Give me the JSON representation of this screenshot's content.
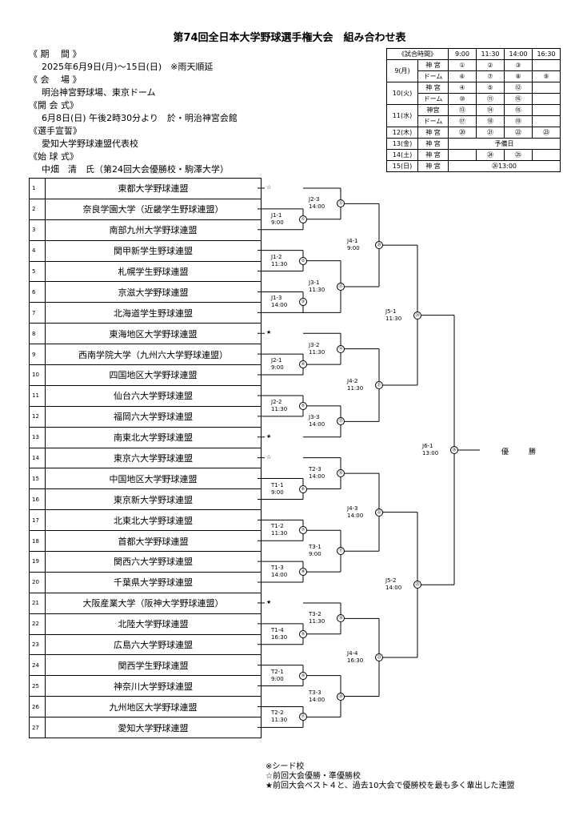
{
  "title": "第74回全日本大学野球選手権大会　組み合わせ表",
  "info": [
    {
      "h": "《 期　 間 》",
      "v": "2025年6月9日(月)～15日(日)　※雨天順延"
    },
    {
      "h": "《 会 　場 》",
      "v": "明治神宮野球場、東京ドーム"
    },
    {
      "h": "《開 会 式》",
      "v": "6月8日(日) 午後2時30分より　於・明治神宮会館"
    },
    {
      "h": "《選手宣誓》",
      "v": "愛知大学野球連盟代表校"
    },
    {
      "h": "《始 球 式》",
      "v": "中畑　清　氏（第24回大会優勝校・駒澤大学）"
    }
  ],
  "schedule": {
    "header": [
      "《試合時間》",
      "9:00",
      "11:30",
      "14:00",
      "16:30"
    ],
    "rows": [
      {
        "day": "9(月)",
        "span": 2,
        "venue": "神 宮",
        "g": [
          "①",
          "②",
          "③",
          ""
        ]
      },
      {
        "venue": "ドーム",
        "g": [
          "⑥",
          "⑦",
          "⑧",
          "⑨"
        ]
      },
      {
        "day": "10(火)",
        "span": 2,
        "venue": "神 宮",
        "g": [
          "④",
          "⑤",
          "⑫",
          ""
        ]
      },
      {
        "venue": "ドーム",
        "g": [
          "⑩",
          "⑪",
          "⑯",
          ""
        ]
      },
      {
        "day": "11(水)",
        "span": 2,
        "venue": "神宮",
        "g": [
          "⑬",
          "⑭",
          "⑮",
          ""
        ]
      },
      {
        "venue": "ドーム",
        "g": [
          "⑰",
          "⑱",
          "⑲",
          ""
        ]
      },
      {
        "day": "12(木)",
        "span": 1,
        "venue": "神 宮",
        "g": [
          "⑳",
          "㉑",
          "㉒",
          "㉓"
        ]
      },
      {
        "day": "13(金)",
        "span": 1,
        "venue": "神 宮",
        "merged": "予備日"
      },
      {
        "day": "14(土)",
        "span": 1,
        "venue": "神 宮",
        "g": [
          "",
          "㉔",
          "㉕",
          ""
        ]
      },
      {
        "day": "15(日)",
        "span": 1,
        "venue": "神 宮",
        "merged": "㉖13:00"
      }
    ]
  },
  "teams": [
    {
      "no": "1",
      "name": "東都大学野球連盟",
      "mark": "☆"
    },
    {
      "no": "2",
      "name": "奈良学園大学（近畿学生野球連盟）",
      "mark": ""
    },
    {
      "no": "3",
      "name": "南部九州大学野球連盟",
      "mark": ""
    },
    {
      "no": "4",
      "name": "関甲新学生野球連盟",
      "mark": ""
    },
    {
      "no": "5",
      "name": "札幌学生野球連盟",
      "mark": ""
    },
    {
      "no": "6",
      "name": "京滋大学野球連盟",
      "mark": ""
    },
    {
      "no": "7",
      "name": "北海道学生野球連盟",
      "mark": ""
    },
    {
      "no": "8",
      "name": "東海地区大学野球連盟",
      "mark": "★"
    },
    {
      "no": "9",
      "name": "西南学院大学（九州六大学野球連盟）",
      "mark": ""
    },
    {
      "no": "10",
      "name": "四国地区大学野球連盟",
      "mark": ""
    },
    {
      "no": "11",
      "name": "仙台六大学野球連盟",
      "mark": ""
    },
    {
      "no": "12",
      "name": "福岡六大学野球連盟",
      "mark": ""
    },
    {
      "no": "13",
      "name": "南東北大学野球連盟",
      "mark": "★"
    },
    {
      "no": "14",
      "name": "東京六大学野球連盟",
      "mark": "☆"
    },
    {
      "no": "15",
      "name": "中国地区大学野球連盟",
      "mark": ""
    },
    {
      "no": "16",
      "name": "東京新大学野球連盟",
      "mark": ""
    },
    {
      "no": "17",
      "name": "北東北大学野球連盟",
      "mark": ""
    },
    {
      "no": "18",
      "name": "首都大学野球連盟",
      "mark": ""
    },
    {
      "no": "19",
      "name": "関西六大学野球連盟",
      "mark": ""
    },
    {
      "no": "20",
      "name": "千葉県大学野球連盟",
      "mark": ""
    },
    {
      "no": "21",
      "name": "大阪産業大学（阪神大学野球連盟）",
      "mark": "★"
    },
    {
      "no": "22",
      "name": "北陸大学野球連盟",
      "mark": ""
    },
    {
      "no": "23",
      "name": "広島六大学野球連盟",
      "mark": ""
    },
    {
      "no": "24",
      "name": "関西学生野球連盟",
      "mark": ""
    },
    {
      "no": "25",
      "name": "神奈川大学野球連盟",
      "mark": ""
    },
    {
      "no": "26",
      "name": "九州地区大学野球連盟",
      "mark": ""
    },
    {
      "no": "27",
      "name": "愛知大学野球連盟",
      "mark": ""
    }
  ],
  "matches": [
    {
      "id": "J1-1",
      "time": "9:00",
      "no": "①",
      "a": 1,
      "b": 2,
      "col": 1
    },
    {
      "id": "J1-2",
      "time": "11:30",
      "no": "②",
      "a": 3,
      "b": 4,
      "col": 1
    },
    {
      "id": "J1-3",
      "time": "14:00",
      "no": "③",
      "a": 5,
      "b": 6,
      "col": 1
    },
    {
      "id": "J2-1",
      "time": "9:00",
      "no": "④",
      "a": 8,
      "b": 9,
      "col": 1
    },
    {
      "id": "J2-2",
      "time": "11:30",
      "no": "⑤",
      "a": 10,
      "b": 11,
      "col": 1
    },
    {
      "id": "T1-1",
      "time": "9:00",
      "no": "⑥",
      "a": 14,
      "b": 15,
      "col": 1
    },
    {
      "id": "T1-2",
      "time": "11:30",
      "no": "⑦",
      "a": 16,
      "b": 17,
      "col": 1
    },
    {
      "id": "T1-3",
      "time": "14:00",
      "no": "⑧",
      "a": 18,
      "b": 19,
      "col": 1
    },
    {
      "id": "T1-4",
      "time": "16:30",
      "no": "⑨",
      "a": 21,
      "b": 22,
      "col": 1
    },
    {
      "id": "T2-1",
      "time": "9:00",
      "no": "⑩",
      "a": 23,
      "b": 24,
      "col": 1
    },
    {
      "id": "T2-2",
      "time": "11:30",
      "no": "⑪",
      "a": 25,
      "b": 26,
      "col": 1
    },
    {
      "id": "J2-3",
      "time": "14:00",
      "no": "⑫",
      "a": 0,
      "b": 0.5,
      "col": 2,
      "ya": 0,
      "yb": 1.5
    },
    {
      "id": "J3-1",
      "time": "11:30",
      "no": "⑬",
      "a": 3.5,
      "b": 6,
      "col": 2,
      "ya": 3.5,
      "yb": 6
    },
    {
      "id": "J3-2",
      "time": "11:30",
      "no": "⑭",
      "a": 7,
      "b": 8.5,
      "col": 2,
      "ya": 7,
      "yb": 8.5
    },
    {
      "id": "J3-3",
      "time": "14:00",
      "no": "⑮",
      "a": 10.5,
      "b": 12,
      "col": 2,
      "ya": 10.5,
      "yb": 12
    },
    {
      "id": "T2-3",
      "time": "14:00",
      "no": "⑯",
      "a": 13,
      "b": 14.5,
      "col": 2,
      "ya": 13,
      "yb": 14.5
    },
    {
      "id": "T3-1",
      "time": "9:00",
      "no": "⑰",
      "a": 16.5,
      "b": 18.5,
      "col": 2,
      "ya": 16.5,
      "yb": 18.5
    },
    {
      "id": "T3-2",
      "time": "11:30",
      "no": "⑱",
      "a": 20,
      "b": 21.5,
      "col": 2,
      "ya": 20,
      "yb": 21.5
    },
    {
      "id": "T3-3",
      "time": "14:00",
      "no": "⑲",
      "a": 23.5,
      "b": 25.5,
      "col": 2,
      "ya": 23.5,
      "yb": 25.5
    },
    {
      "id": "J4-1",
      "time": "9:00",
      "no": "⑳",
      "col": 3,
      "ya": 0.75,
      "yb": 4.75
    },
    {
      "id": "J4-2",
      "time": "11:30",
      "no": "㉑",
      "col": 3,
      "ya": 7.75,
      "yb": 11.25
    },
    {
      "id": "J4-3",
      "time": "14:00",
      "no": "㉒",
      "col": 3,
      "ya": 13.75,
      "yb": 17.5
    },
    {
      "id": "J4-4",
      "time": "16:30",
      "no": "㉓",
      "col": 3,
      "ya": 20.75,
      "yb": 24.5
    },
    {
      "id": "J5-1",
      "time": "11:30",
      "no": "㉔",
      "col": 4,
      "ya": 2.75,
      "yb": 9.5
    },
    {
      "id": "J5-2",
      "time": "14:00",
      "no": "㉕",
      "col": 4,
      "ya": 15.625,
      "yb": 22.625
    },
    {
      "id": "J6-1",
      "time": "13:00",
      "no": "㉖",
      "col": 5,
      "ya": 6.125,
      "yb": 19.125
    }
  ],
  "champion": "優　勝",
  "notes": [
    "※シード校",
    "☆前回大会優勝・準優勝校",
    "★前回大会ベスト４と、過去10大会で優勝校を最も多く輩出した連盟"
  ]
}
